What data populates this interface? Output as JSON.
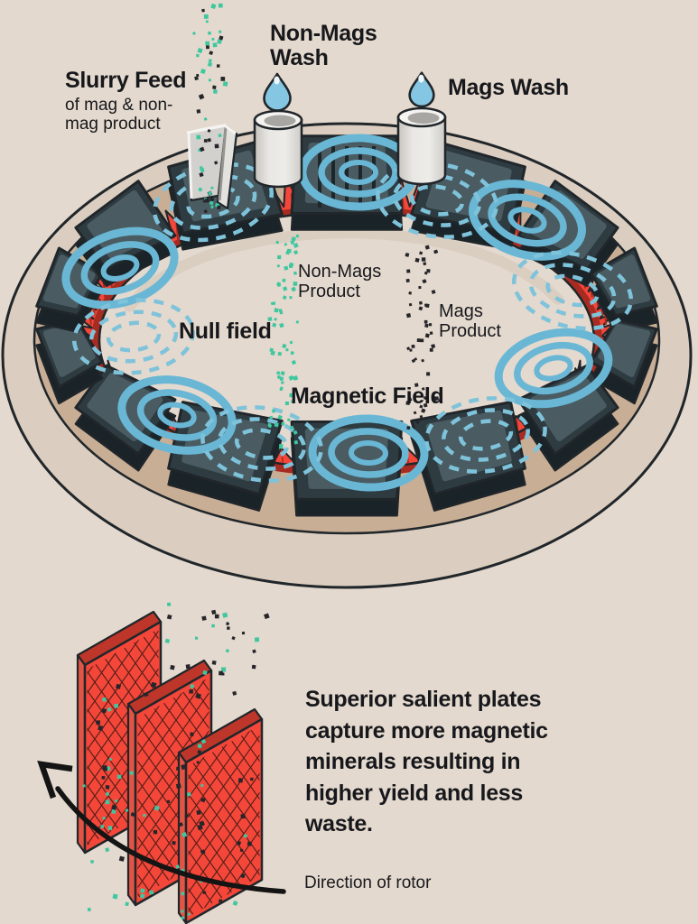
{
  "colors": {
    "background": "#e4d9ce",
    "text": "#17181c",
    "outline": "#20262a",
    "rim_light": "#dbcec0",
    "rim_top": "#c9ae96",
    "block_base": "#1a2327",
    "block_dark": "#2e3c42",
    "block_light": "#51646b",
    "red": "#f4473a",
    "red_dark": "#a72b20",
    "red_edge_top": "#bd3629",
    "red_edge_side": "#e25546",
    "field_blue": "#69b7d5",
    "field_blue_dash": "#7fc3db",
    "water_blue": "#85c6e2",
    "metal_light": "#e4e2de",
    "metal_mid": "#d3d1cd",
    "metal_dark": "#96948f",
    "teal_particle": "#3fc7a0",
    "black_particle": "#26262a",
    "arrow_black": "#141414"
  },
  "ring_labels": {
    "slurry_feed_title": "Slurry Feed",
    "slurry_feed_sub": [
      "of mag & non-",
      "mag product"
    ],
    "non_mags_wash": [
      "Non-Mags",
      "Wash"
    ],
    "mags_wash": "Mags Wash",
    "non_mags_product": [
      "Non-Mags",
      "Product"
    ],
    "mags_product": [
      "Mags",
      "Product"
    ],
    "null_field": "Null field",
    "magnetic_field": "Magnetic Field"
  },
  "bottom": {
    "description": [
      "Superior salient plates",
      "capture more magnetic",
      "minerals resulting in",
      "higher yield and less",
      "waste."
    ],
    "direction_label": "Direction of rotor"
  }
}
